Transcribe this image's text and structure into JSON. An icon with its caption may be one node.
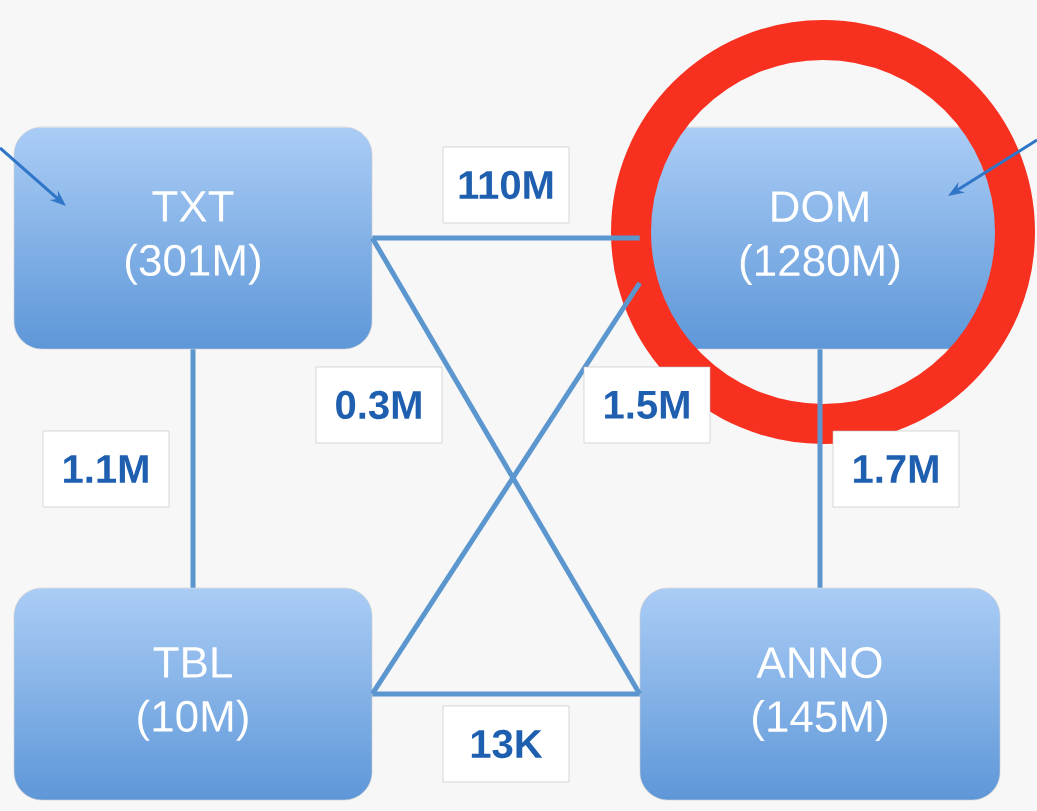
{
  "diagram": {
    "nodes": [
      {
        "text": [
          "TXT",
          "(301M)"
        ]
      },
      {
        "text": [
          "DOM",
          "(1280M)"
        ]
      },
      {
        "text": [
          "TBL",
          "(10M)"
        ]
      },
      {
        "text": [
          "ANNO",
          "(145M)"
        ]
      }
    ],
    "edges": [
      {
        "from": 0,
        "to": 1,
        "arrow": "none",
        "label": "110M"
      },
      {
        "from": 0,
        "to": 2,
        "arrow": "none",
        "label": "1.1M"
      },
      {
        "from": 0,
        "to": 3,
        "arrow": "none",
        "label": "0.3M"
      },
      {
        "from": 2,
        "to": 1,
        "arrow": "none",
        "label": "1.5M"
      },
      {
        "from": 1,
        "to": 3,
        "arrow": "none",
        "label": "1.7M"
      },
      {
        "from": 2,
        "to": 3,
        "arrow": "none",
        "label": "13K"
      },
      {
        "from": null,
        "to": 0,
        "arrow": "to",
        "color": "#2f75c8"
      },
      {
        "from": null,
        "to": 1,
        "arrow": "to",
        "color": "#2f75c8"
      }
    ]
  }
}
